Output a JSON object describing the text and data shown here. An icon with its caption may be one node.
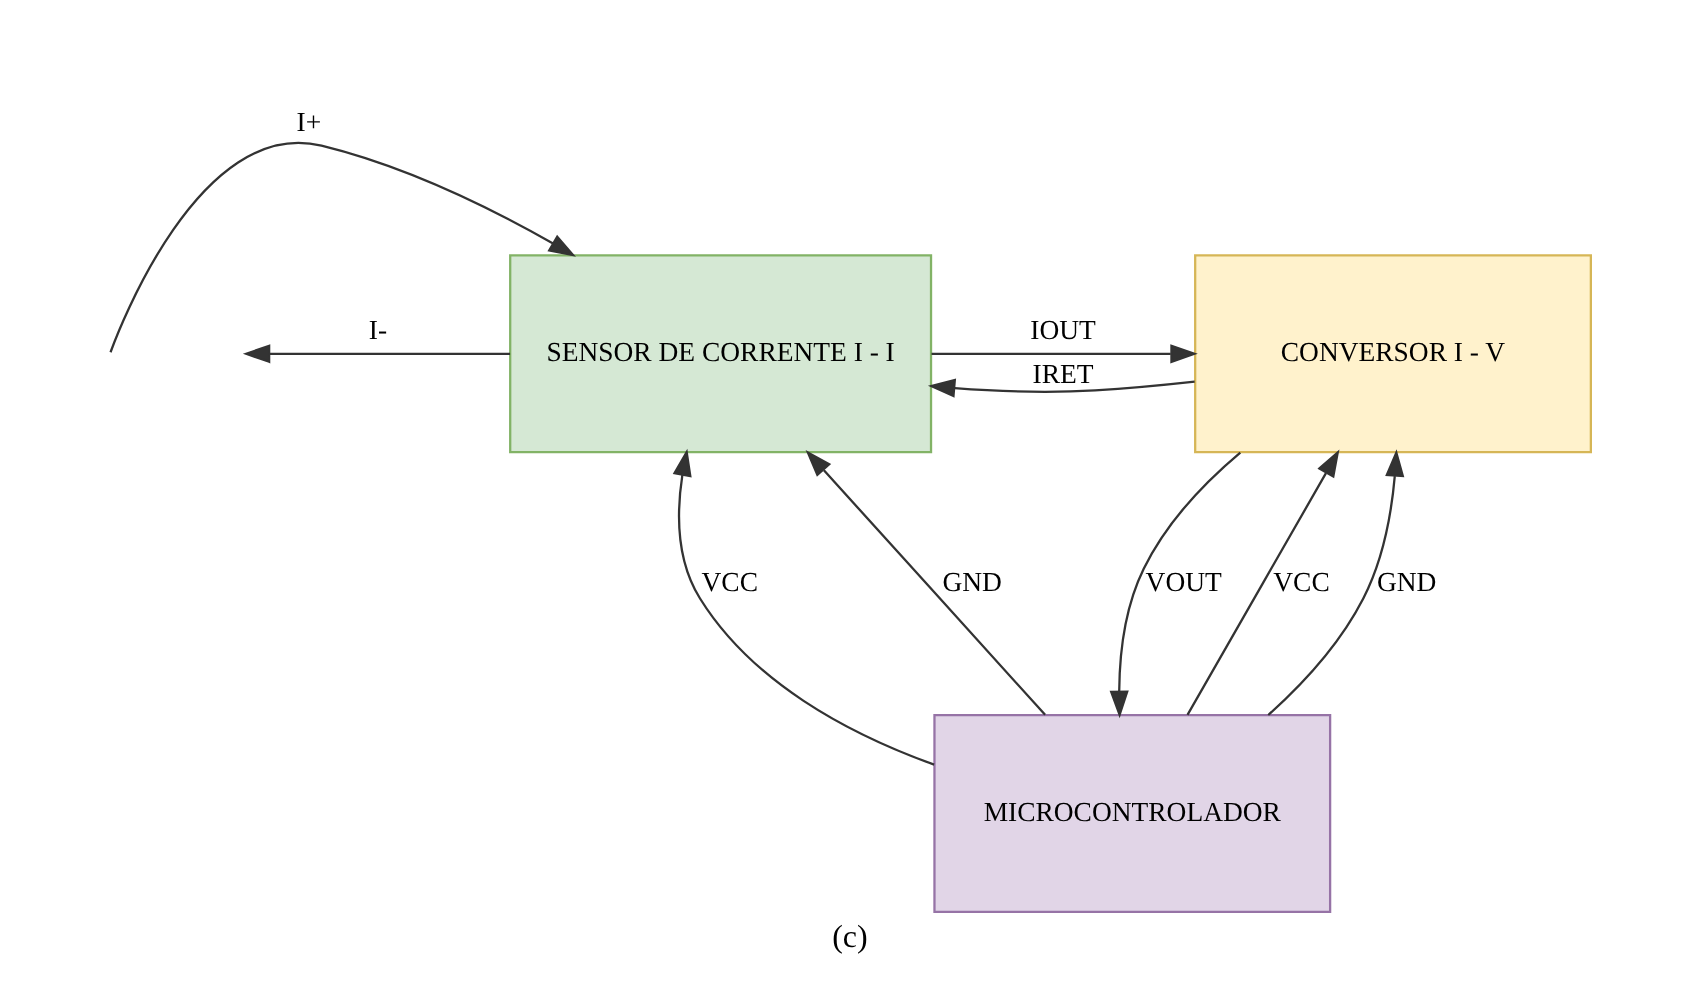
{
  "diagram": {
    "caption": "(c)",
    "nodes": [
      {
        "text": [
          "SENSOR DE CORRENTE I - I"
        ]
      },
      {
        "text": [
          "CONVERSOR I - V"
        ]
      },
      {
        "text": [
          "MICROCONTROLADOR"
        ]
      }
    ],
    "edges": [
      {
        "from": null,
        "to": 0,
        "arrow": "to",
        "label": "I+"
      },
      {
        "from": 0,
        "to": null,
        "arrow": "to",
        "label": "I-"
      },
      {
        "from": 0,
        "to": 1,
        "arrow": "to",
        "label": "IOUT"
      },
      {
        "from": 1,
        "to": 0,
        "arrow": "to",
        "label": "IRET"
      },
      {
        "from": 2,
        "to": 1,
        "arrow": "to",
        "label": "VCC"
      },
      {
        "from": 2,
        "to": 1,
        "arrow": "to",
        "label": "GND"
      },
      {
        "from": 1,
        "to": 2,
        "arrow": "to",
        "label": "VOUT"
      },
      {
        "from": 2,
        "to": 0,
        "arrow": "to",
        "label": "VCC"
      },
      {
        "from": 2,
        "to": 0,
        "arrow": "to",
        "label": "GND"
      }
    ]
  }
}
